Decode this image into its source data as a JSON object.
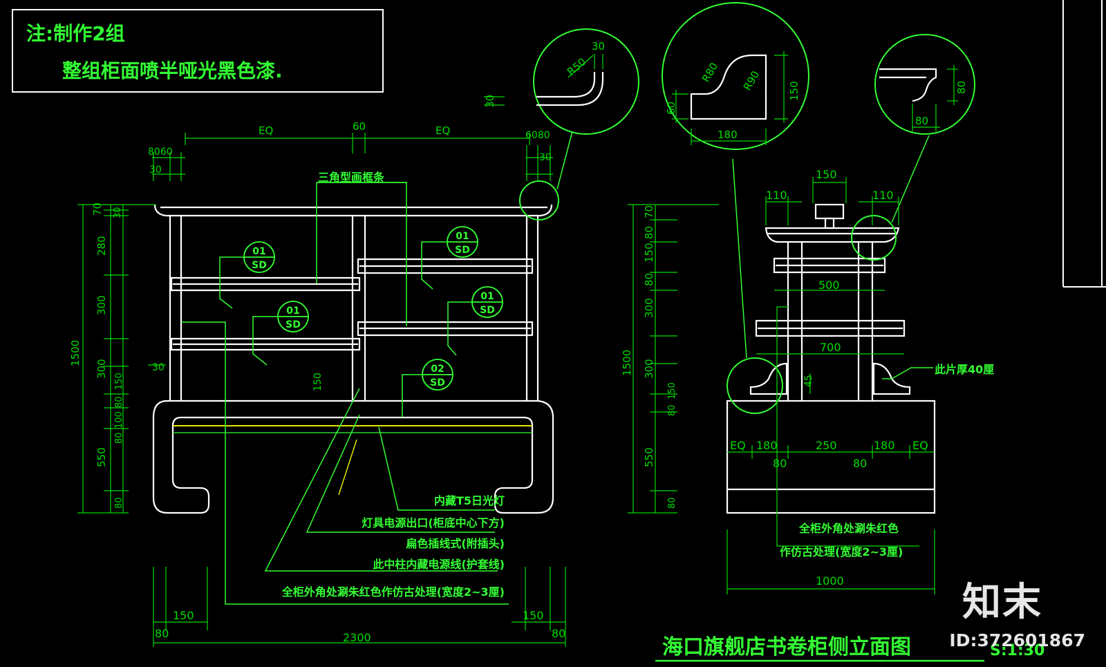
{
  "note": {
    "line1": "注:制作2组",
    "line2": "整组柜面喷半哑光黑色漆."
  },
  "front": {
    "top_dims": {
      "eq_left": "EQ",
      "mid": "60",
      "eq_right": "EQ",
      "left_a": "8060",
      "left_b": "30",
      "right_a": "6080",
      "right_b": "30"
    },
    "callout_profile": {
      "r": "R50",
      "w": "30",
      "h": "30"
    },
    "left_dims": [
      "70",
      "30",
      "280",
      "300",
      "1500",
      "300",
      "150",
      "80",
      "100",
      "80",
      "550",
      "80"
    ],
    "inner_dim_30": "30",
    "inner_dim_150": "150",
    "tags": [
      {
        "top": "01",
        "bottom": "SD"
      },
      {
        "top": "01",
        "bottom": "SD"
      },
      {
        "top": "01",
        "bottom": "SD"
      },
      {
        "top": "01",
        "bottom": "SD"
      },
      {
        "top": "02",
        "bottom": "SD"
      }
    ],
    "labels": {
      "frame_strip": "三角型画框条",
      "t5": "内藏T5日光灯",
      "outlet": "灯具电源出口(柜底中心下方)",
      "plug": "扁色插线式(附插头)",
      "cable": "此中柱内藏电源线(护套线)",
      "finish": "全柜外角处涮朱红色作仿古处理(宽度2~3厘)"
    },
    "bottom_dims": {
      "l150": "150",
      "l80": "80",
      "r150": "150",
      "r80": "80",
      "total": "2300"
    }
  },
  "side": {
    "callout_profile": {
      "r1": "R80",
      "r2": "R90",
      "h1": "60",
      "h2": "150",
      "w": "180"
    },
    "callout_small": {
      "h": "80",
      "w": "80"
    },
    "top_dims": {
      "a": "110",
      "b": "150",
      "c": "110"
    },
    "left_dims": [
      "70",
      "80",
      "150",
      "80",
      "300",
      "1500",
      "300",
      "150",
      "80",
      "550",
      "80"
    ],
    "width_500": "500",
    "width_700": "700",
    "dim_45": "45",
    "thickness_note": "此片厚40厘",
    "base_dims": [
      "EQ",
      "180",
      "250",
      "180",
      "EQ"
    ],
    "base_sub": [
      "80",
      "80"
    ],
    "finish_1": "全柜外角处涮朱红色",
    "finish_2": "作仿古处理(宽度2~3厘)",
    "total": "1000",
    "title": "海口旗舰店书卷柜侧立面图",
    "scale": "S:1:30"
  },
  "watermark": {
    "logo": "知末",
    "id": "ID:372601867"
  },
  "colors": {
    "dim": "#00dd00",
    "line": "#ffffff",
    "label": "#33ff33",
    "accent": "#e6e600",
    "bg": "#000000"
  }
}
